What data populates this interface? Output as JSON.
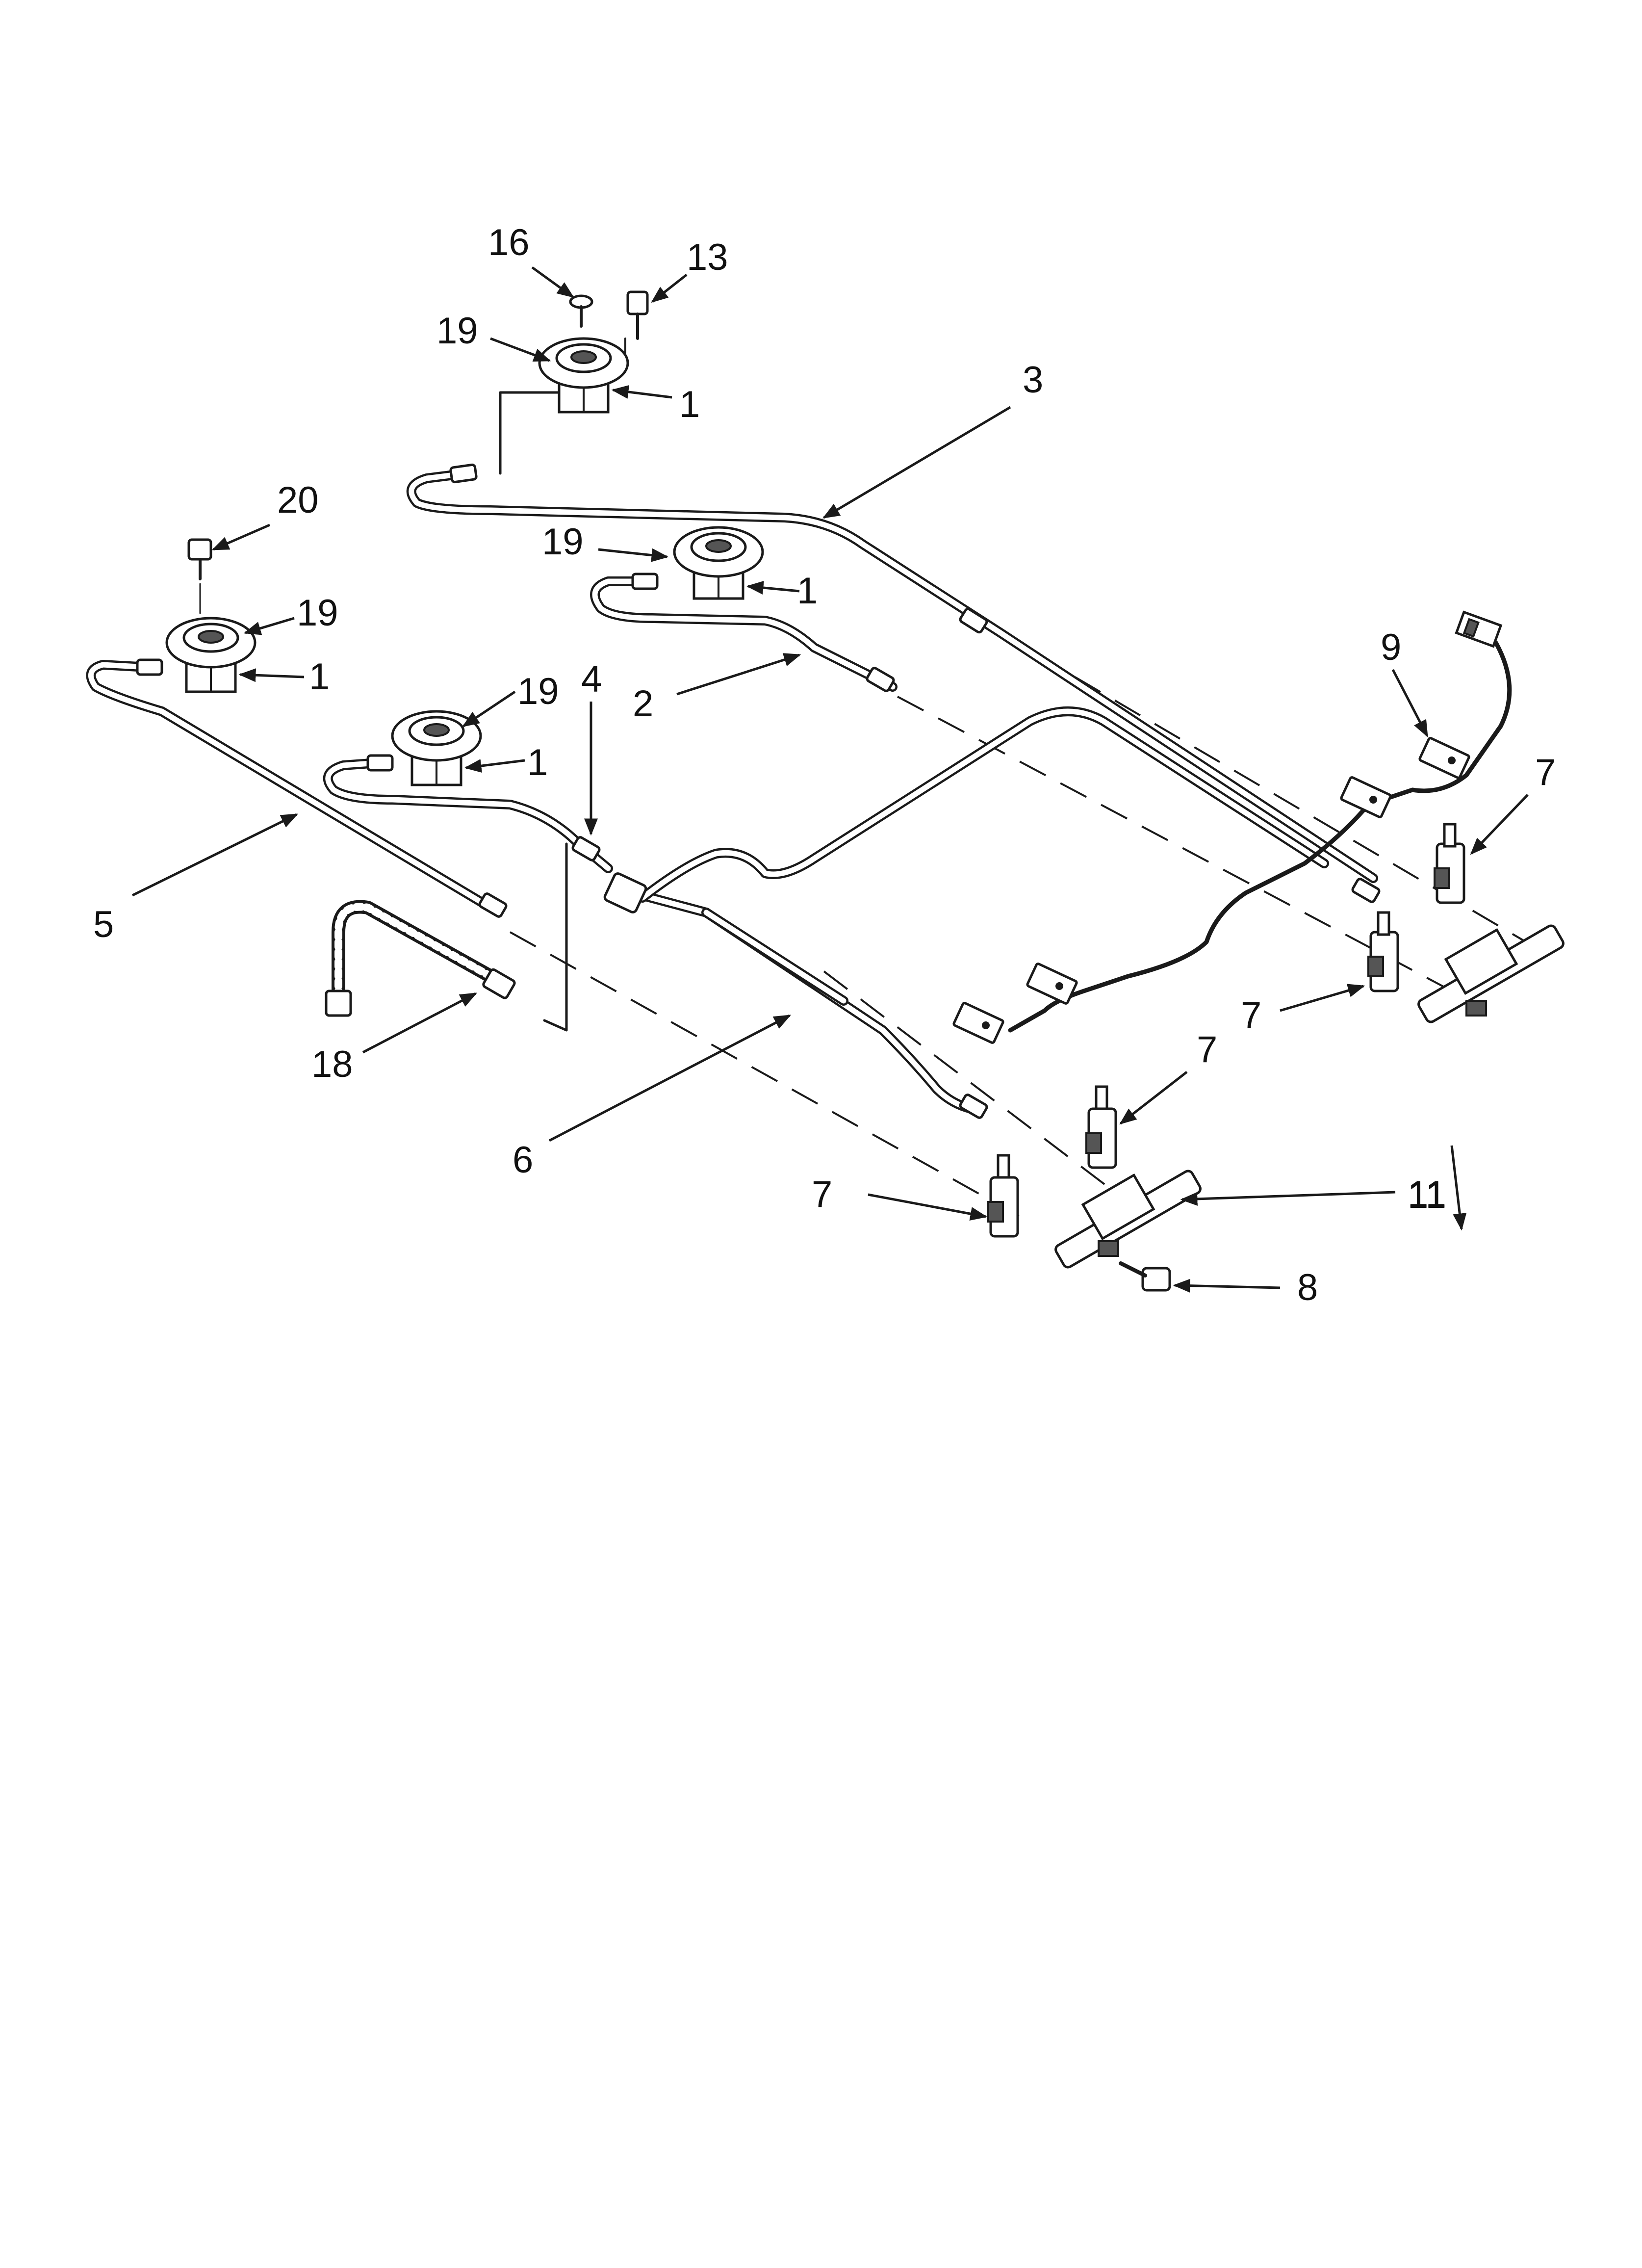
{
  "diagram": {
    "callouts": [
      {
        "id": "c16",
        "label": "16"
      },
      {
        "id": "c13",
        "label": "13"
      },
      {
        "id": "c19a",
        "label": "19"
      },
      {
        "id": "c1a",
        "label": "1"
      },
      {
        "id": "c3",
        "label": "3"
      },
      {
        "id": "c20",
        "label": "20"
      },
      {
        "id": "c19b",
        "label": "19"
      },
      {
        "id": "c1b",
        "label": "1"
      },
      {
        "id": "c19c",
        "label": "19"
      },
      {
        "id": "c1c",
        "label": "1"
      },
      {
        "id": "c19d",
        "label": "19"
      },
      {
        "id": "c1d",
        "label": "1"
      },
      {
        "id": "c4",
        "label": "4"
      },
      {
        "id": "c2",
        "label": "2"
      },
      {
        "id": "c9",
        "label": "9"
      },
      {
        "id": "c7a",
        "label": "7"
      },
      {
        "id": "c5",
        "label": "5"
      },
      {
        "id": "c7b",
        "label": "7"
      },
      {
        "id": "c18",
        "label": "18"
      },
      {
        "id": "c7c",
        "label": "7"
      },
      {
        "id": "c11a",
        "label": "11"
      },
      {
        "id": "c6",
        "label": "6"
      },
      {
        "id": "c7d",
        "label": "7"
      },
      {
        "id": "c11b",
        "label": "11"
      },
      {
        "id": "c8",
        "label": "8"
      }
    ]
  }
}
